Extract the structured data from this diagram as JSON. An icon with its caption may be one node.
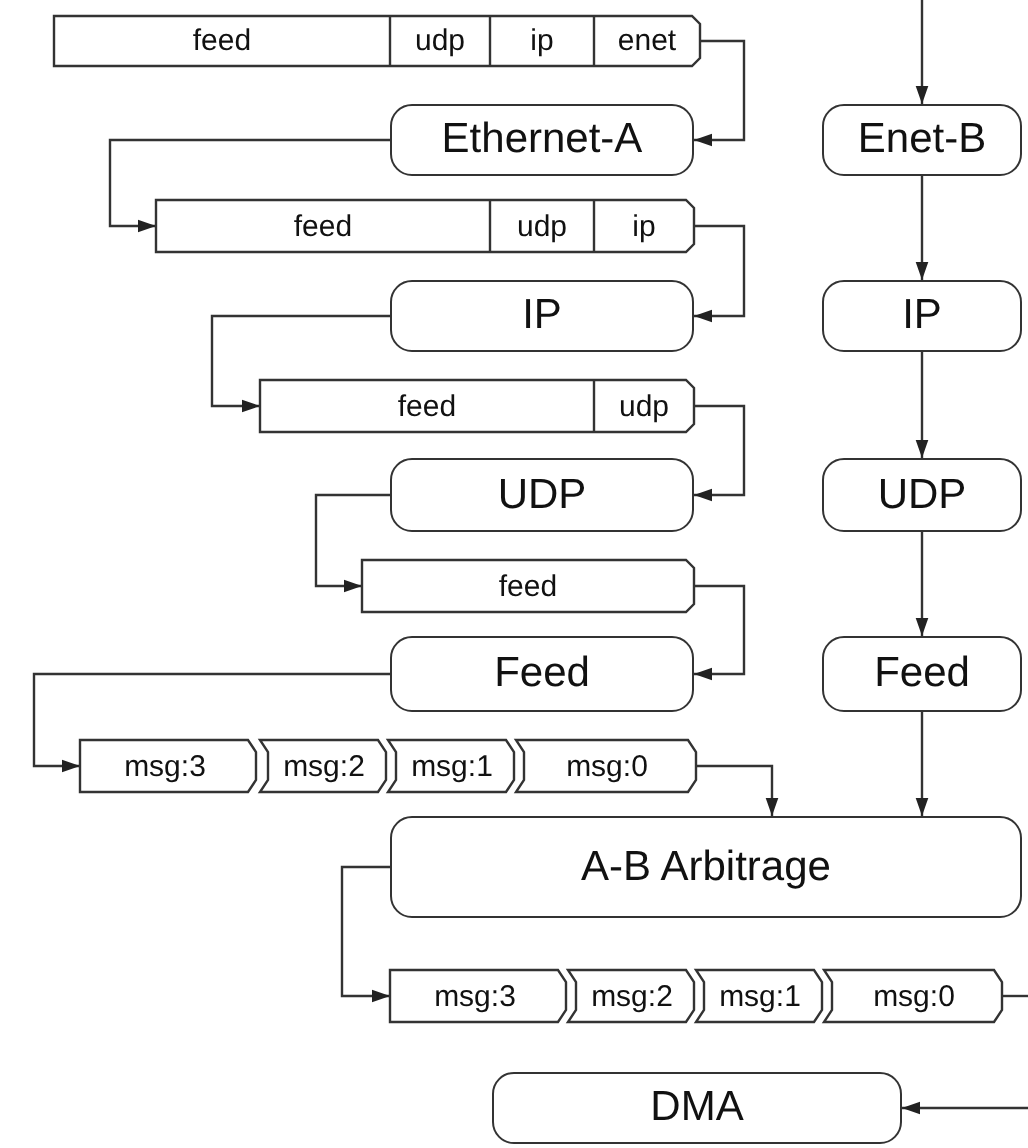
{
  "diagram": {
    "nodes": [
      {
        "text": [
          "feed",
          "udp",
          "ip",
          "enet"
        ]
      },
      {
        "text": [
          "Ethernet-A"
        ]
      },
      {
        "text": [
          "Enet-B"
        ]
      },
      {
        "text": [
          "feed",
          "udp",
          "ip"
        ]
      },
      {
        "text": [
          "IP"
        ]
      },
      {
        "text": [
          "IP"
        ]
      },
      {
        "text": [
          "feed",
          "udp"
        ]
      },
      {
        "text": [
          "UDP"
        ]
      },
      {
        "text": [
          "UDP"
        ]
      },
      {
        "text": [
          "feed"
        ]
      },
      {
        "text": [
          "Feed"
        ]
      },
      {
        "text": [
          "Feed"
        ]
      },
      {
        "text": [
          "msg:3"
        ]
      },
      {
        "text": [
          "msg:2"
        ]
      },
      {
        "text": [
          "msg:1"
        ]
      },
      {
        "text": [
          "msg:0"
        ]
      },
      {
        "text": [
          "A-B Arbitrage"
        ]
      },
      {
        "text": [
          "msg:3"
        ]
      },
      {
        "text": [
          "msg:2"
        ]
      },
      {
        "text": [
          "msg:1"
        ]
      },
      {
        "text": [
          "msg:0"
        ]
      },
      {
        "text": [
          "DMA"
        ]
      }
    ],
    "edges": [
      {
        "from": null,
        "to": 2,
        "arrow": "to"
      },
      {
        "from": 0,
        "to": 1,
        "arrow": "to"
      },
      {
        "from": 1,
        "to": 3,
        "arrow": "to"
      },
      {
        "from": 3,
        "to": 4,
        "arrow": "to"
      },
      {
        "from": 4,
        "to": 6,
        "arrow": "to"
      },
      {
        "from": 6,
        "to": 7,
        "arrow": "to"
      },
      {
        "from": 7,
        "to": 9,
        "arrow": "to"
      },
      {
        "from": 9,
        "to": 10,
        "arrow": "to"
      },
      {
        "from": 10,
        "to": 12,
        "arrow": "to"
      },
      {
        "from": 2,
        "to": 5,
        "arrow": "to"
      },
      {
        "from": 5,
        "to": 8,
        "arrow": "to"
      },
      {
        "from": 8,
        "to": 11,
        "arrow": "to"
      },
      {
        "from": 15,
        "to": 16,
        "arrow": "to"
      },
      {
        "from": 11,
        "to": 16,
        "arrow": "to"
      },
      {
        "from": 16,
        "to": 17,
        "arrow": "to"
      },
      {
        "from": 20,
        "to": null,
        "arrow": "none"
      },
      {
        "from": null,
        "to": 21,
        "arrow": "to"
      }
    ]
  }
}
